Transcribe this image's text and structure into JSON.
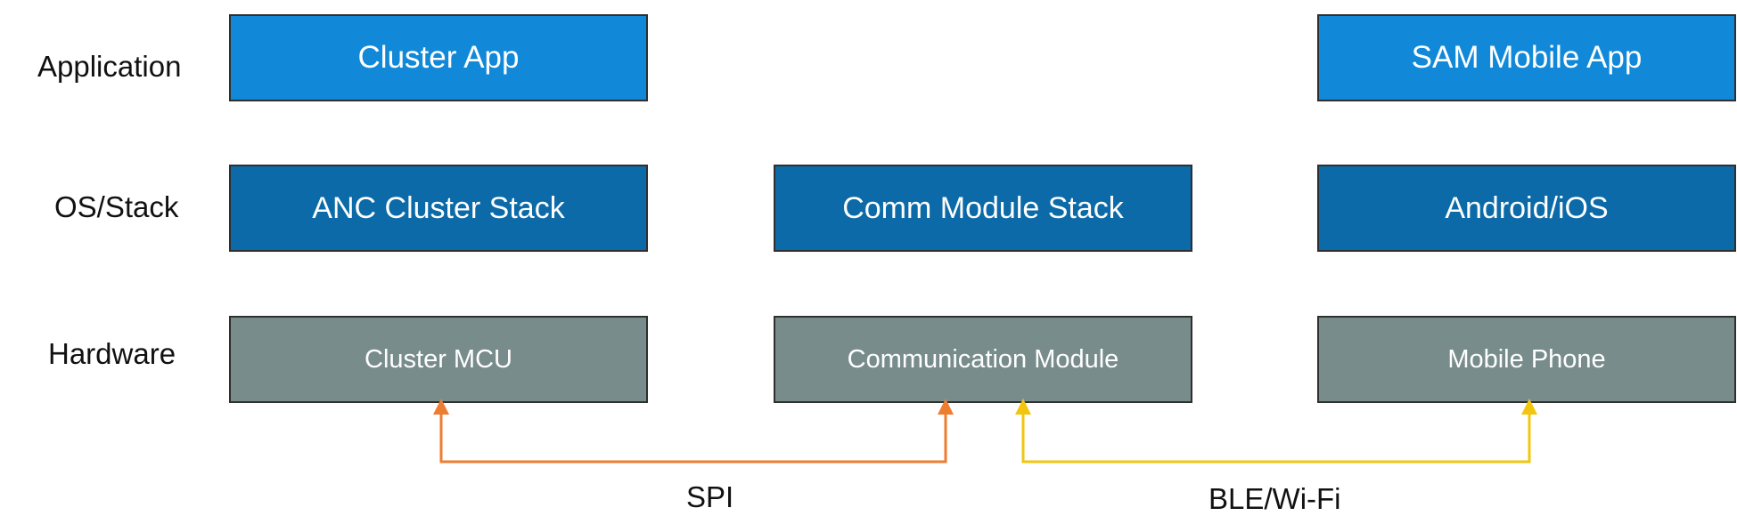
{
  "rows": {
    "application": "Application",
    "os_stack": "OS/Stack",
    "hardware": "Hardware"
  },
  "columns": {
    "cluster": {
      "app": "Cluster App",
      "stack": "ANC Cluster Stack",
      "hardware": "Cluster MCU"
    },
    "comm": {
      "stack": "Comm Module Stack",
      "hardware": "Communication Module"
    },
    "mobile": {
      "app": "SAM Mobile App",
      "stack": "Android/iOS",
      "hardware": "Mobile Phone"
    }
  },
  "connections": {
    "spi": "SPI",
    "ble_wifi": "BLE/Wi-Fi"
  },
  "colors": {
    "app_box": "#1189d8",
    "stack_box": "#0b6aa7",
    "hardware_box": "#798c8c",
    "spi_line": "#ed7d31",
    "ble_wifi_line": "#f2c60f"
  }
}
